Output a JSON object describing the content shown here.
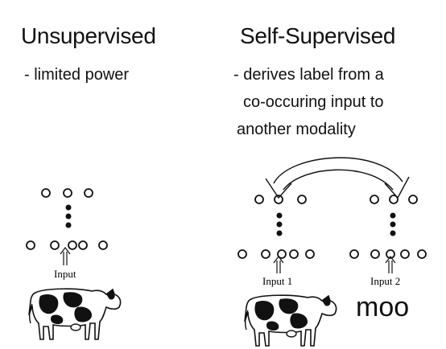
{
  "left": {
    "heading": "Unsupervised",
    "bullets": [
      "- limited power"
    ],
    "input_label": "Input"
  },
  "right": {
    "heading": "Self-Supervised",
    "bullets": [
      "- derives label from a",
      "co-occuring input to",
      "another modality"
    ],
    "input1_label": "Input  1",
    "input2_label": "Input  2",
    "sound_label": "moo"
  },
  "icons": [
    "cow-icon",
    "swap-arrow-icon",
    "up-arrow-icon"
  ],
  "colors": {
    "ink": "#111111",
    "background": "#ffffff"
  }
}
